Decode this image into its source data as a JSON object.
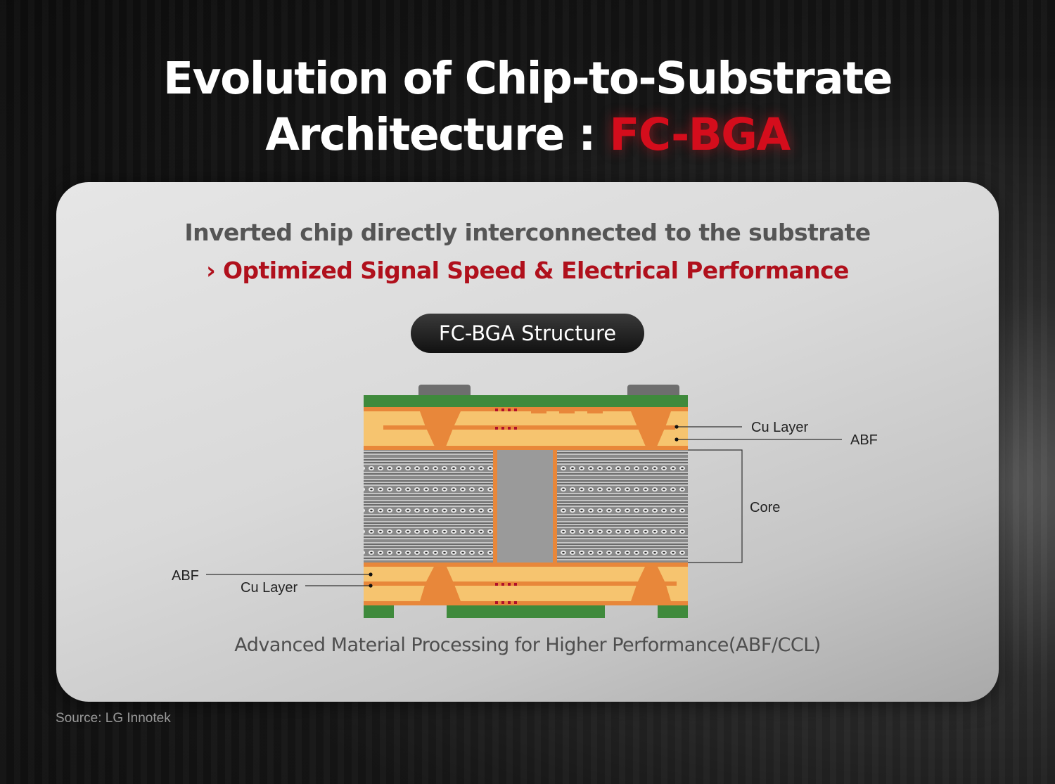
{
  "title": {
    "line1": "Evolution of Chip-to-Substrate",
    "line2_prefix": "Architecture : ",
    "line2_accent": "FC-BGA"
  },
  "card": {
    "subtitle": "Inverted chip directly interconnected  to the substrate",
    "highlight_prefix": "› ",
    "highlight": "Optimized Signal Speed & Electrical Performance",
    "structure_pill": "FC-BGA Structure",
    "caption": "Advanced Material Processing for Higher Performance(ABF/CCL)"
  },
  "diagram": {
    "labels": {
      "cu_layer_top": "Cu Layer",
      "abf_top": "ABF",
      "core": "Core",
      "abf_bottom": "ABF",
      "cu_layer_bottom": "Cu Layer"
    },
    "colors": {
      "copper": "#e8873a",
      "abf": "#f6c46f",
      "solder_mask": "#3f8a3c",
      "pad": "#6e6e6e",
      "core_via": "#9a9a9a",
      "red_dots": "#b0102a"
    }
  },
  "source": "Source: LG Innotek"
}
